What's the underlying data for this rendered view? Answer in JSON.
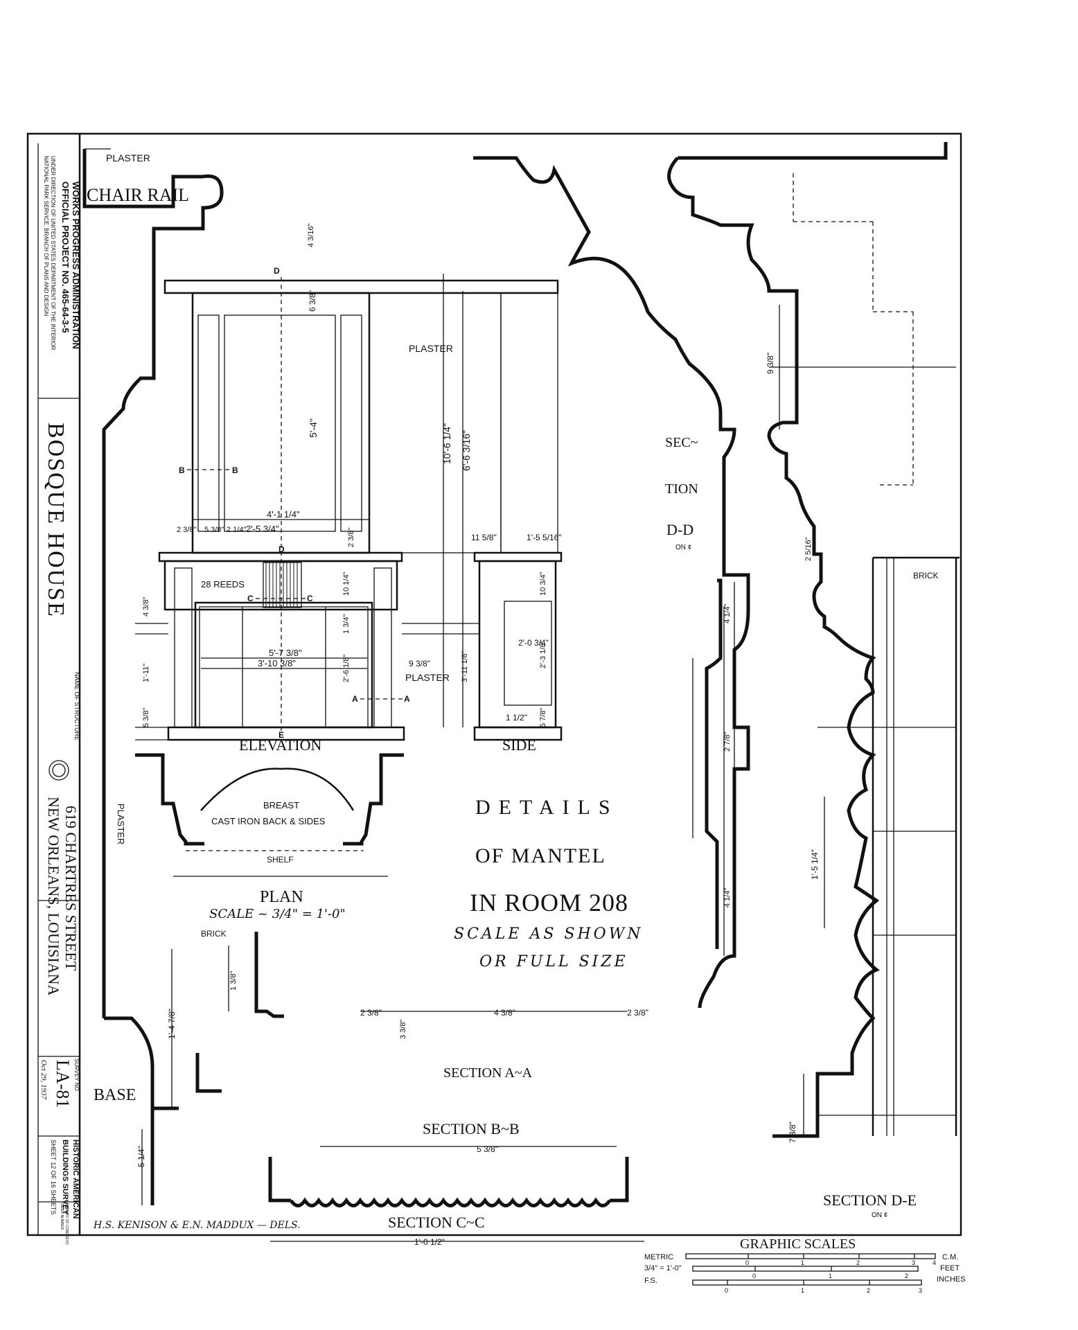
{
  "title_block": {
    "agency_line1": "WORKS PROGRESS ADMINISTRATION",
    "agency_line2": "OFFICIAL PROJECT NO. 465-64-3-5",
    "agency_line3": "UNDER DIRECTION OF UNITED STATES DEPARTMENT OF THE INTERIOR",
    "agency_line4": "NATIONAL PARK SERVICE, BRANCH OF PLANS AND DESIGN",
    "structure_name": "BOSQUE HOUSE",
    "structure_label": "NAME OF STRUCTURE",
    "address_line1": "619 CHARTRES STREET",
    "address_line2": "NEW ORLEANS, LOUISIANA",
    "survey_label": "SURVEY NO.",
    "survey_no": "LA-81",
    "date": "Oct 29, 1937",
    "habs_line1": "HISTORIC AMERICAN",
    "habs_line2": "BUILDINGS SURVEY",
    "sheet_text": "SHEET 12 OF 16 SHEETS",
    "library_line1": "LIBRARY OF CONGRESS",
    "library_line2": "INDEX NUMBER",
    "delineators": "H.S. KENISON & E.N. MADDUX — DELS."
  },
  "drawing": {
    "main_title_line1": "DETAILS",
    "main_title_line2": "OF MANTEL",
    "main_title_line3": "IN ROOM 208",
    "scale_note_line1": "SCALE AS SHOWN",
    "scale_note_line2": "OR FULL SIZE",
    "labels": {
      "chair_rail": "CHAIR RAIL",
      "base": "BASE",
      "elevation": "ELEVATION",
      "side": "SIDE",
      "plan": "PLAN",
      "plan_scale": "SCALE ~ 3/4\" = 1'-0\"",
      "section_aa": "SECTION A~A",
      "section_bb": "SECTION B~B",
      "section_cc": "SECTION C~C",
      "section_dd_1": "SEC~",
      "section_dd_2": "TION",
      "section_dd_3": "D-D",
      "section_dd_on": "ON ¢",
      "section_de": "SECTION D-E",
      "section_de_on": "ON ¢"
    },
    "notes": {
      "plaster_top": "PLASTER",
      "plaster_center": "PLASTER",
      "plaster_side": "PLASTER",
      "plaster_left": "PLASTER",
      "brick_right": "BRICK",
      "brick_lower": "BRICK",
      "reeds": "28 REEDS",
      "breast": "BREAST",
      "cast_iron": "CAST IRON BACK & SIDES",
      "shelf": "SHELF"
    },
    "dimensions": {
      "top_cap": "4 3/16\"",
      "overmantel_top": "6 3/8\"",
      "overmantel_height": "5'-4\"",
      "total_height": "10'-6 1/4\"",
      "shelf_height": "6'-6 3/16\"",
      "width_4": "4'-1 1/4\"",
      "width_2": "2'-5 3/4\"",
      "stile_a": "2 3/8\"",
      "stile_b": "5 3/8\"",
      "stile_c": "2 1/4\"",
      "panel_a": "2 3/8\"",
      "frieze": "10 1/4\"",
      "opening_w": "5'-7 3/8\"",
      "opening_w2": "3'-10 3/8\"",
      "opening_h": "2'-6 1/8\"",
      "pedestal": "9 3/8\"",
      "base_h": "3'-11 1/8\"",
      "dado": "1'-11\"",
      "col_base": "1 3/4\"",
      "plinth": "4 3/8\"",
      "skirt": "5 3/8\"",
      "side_11": "11 5/8\"",
      "side_15": "1'-5 5/16\"",
      "side_10": "10 3/4\"",
      "side_2a": "2'-0 3/4\"",
      "side_2b": "2'-3 1/8\"",
      "side_1": "1 1/2\"",
      "side_5": "5 7/8\"",
      "dd_9": "9 3/8\"",
      "dd_2": "2 5/16\"",
      "dd_4a": "4 1/4\"",
      "dd_27": "2 7/8\"",
      "dd_4b": "4 1/4\"",
      "de_152": "1'-5 1/4\"",
      "de_7": "7 3/8\"",
      "cr_1": "1 3/8\"",
      "base_14": "1'-4 7/8\"",
      "base_5": "5 1/4\"",
      "aa_2a": "2 3/8\"",
      "aa_4": "4 3/8\"",
      "aa_2b": "2 3/8\"",
      "aa_3": "3 3/8\"",
      "bb_5": "5 3/8\"",
      "cc_1": "1'-0 1/2\""
    },
    "section_markers": {
      "d": "D",
      "e": "E",
      "b": "B",
      "c": "C",
      "a": "A"
    }
  },
  "graphic_scales": {
    "title": "GRAPHIC SCALES",
    "metric_label": "METRIC",
    "ratio_label": "3/4\" = 1'-0\"",
    "fs_label": "F.S.",
    "cm_label": "C.M.",
    "feet_label": "FEET",
    "inches_label": "INCHES",
    "metric_ticks": [
      "0",
      "1",
      "2",
      "3",
      "4"
    ],
    "feet_ticks": [
      "0",
      "1",
      "2"
    ],
    "inch_ticks": [
      "0",
      "1",
      "2",
      "3"
    ]
  }
}
